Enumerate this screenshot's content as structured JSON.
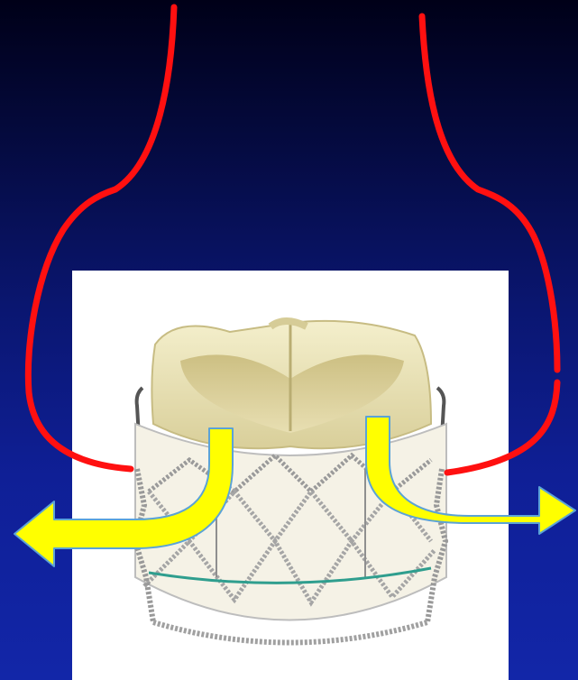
{
  "slide": {
    "background_top": "#000018",
    "background_bottom": "#1226a8"
  },
  "diagram": {
    "outline_color": "#ff1010",
    "arrow_fill": "#ffff00",
    "arrow_stroke": "#5ba3d6",
    "valve_frame_color": "#a8a8a8",
    "valve_leaflet_color": "#eee6b8",
    "valve_band_color": "#2f9e8e",
    "arrow_count": 2,
    "icons": [
      "aortic-root-outline",
      "flow-arrow-left",
      "flow-arrow-right",
      "transcatheter-valve-image"
    ]
  }
}
